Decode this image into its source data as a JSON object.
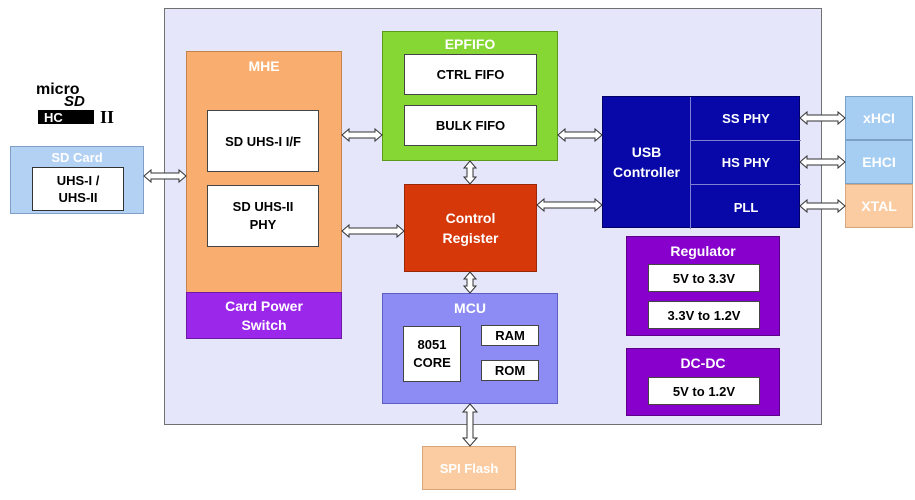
{
  "blocks": {
    "sd_card": {
      "title": "SD Card",
      "inner_line1": "UHS-I /",
      "inner_line2": "UHS-II"
    },
    "mhe": {
      "title": "MHE",
      "sd_uhs1_if": "SD UHS-I I/F",
      "sd_uhs2_phy_line1": "SD UHS-II",
      "sd_uhs2_phy_line2": "PHY"
    },
    "card_power_switch": {
      "line1": "Card Power",
      "line2": "Switch"
    },
    "epfifo": {
      "title": "EPFIFO",
      "ctrl_fifo": "CTRL FIFO",
      "bulk_fifo": "BULK FIFO"
    },
    "control_register": {
      "line1": "Control",
      "line2": "Register"
    },
    "mcu": {
      "title": "MCU",
      "core_line1": "8051",
      "core_line2": "CORE",
      "ram": "RAM",
      "rom": "ROM"
    },
    "usb": {
      "controller_line1": "USB",
      "controller_line2": "Controller",
      "ss_phy": "SS PHY",
      "hs_phy": "HS PHY",
      "pll": "PLL"
    },
    "regulator": {
      "title": "Regulator",
      "item1": "5V to 3.3V",
      "item2": "3.3V to 1.2V"
    },
    "dcdc": {
      "title": "DC-DC",
      "item1": "5V to 1.2V"
    },
    "external": {
      "xhci": "xHCI",
      "ehci": "EHCI",
      "xtal": "XTAL",
      "spi_flash": "SPI Flash"
    }
  },
  "logo": {
    "name": "microSDHC-II-logo"
  },
  "colors": {
    "main_background": "#e6e6fa",
    "mhe": "#f9ad6e",
    "card_power_switch": "#9b27ea",
    "epfifo": "#86d733",
    "control_register": "#d7380a",
    "mcu": "#8c8cf4",
    "usb": "#0808a8",
    "regulator": "#8800cc",
    "sd_card": "#b3d1f3",
    "ext_blue": "#a6cdf2",
    "ext_orange": "#fbcca1"
  }
}
